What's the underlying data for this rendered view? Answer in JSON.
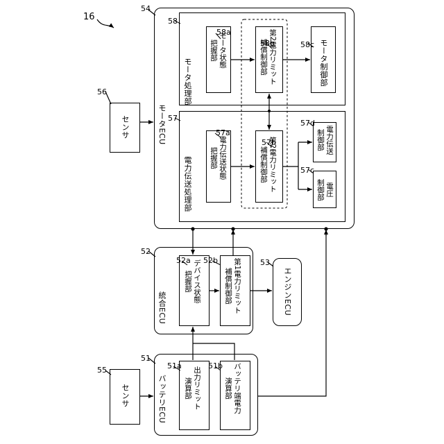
{
  "refs": {
    "system": "16",
    "motor_ecu": "54",
    "sensor_top": "56",
    "motor_proc": "58",
    "m_state": "58a",
    "m_comp": "58b",
    "m_ctrl": "58c",
    "power_proc": "57",
    "p_state": "57a",
    "p_comp": "57b",
    "p_trans": "57d",
    "p_volt": "57c",
    "integrated_ecu": "52",
    "device_state": "52a",
    "first_comp": "52b",
    "engine_ecu": "53",
    "sensor_bottom": "55",
    "battery_ecu": "51",
    "out_limit": "51a",
    "batt_power": "51b"
  },
  "labels": {
    "sensor_top": "センサ",
    "motor_ecu": "モータECU",
    "motor_proc": "モータ処理部",
    "m_state": "モータ状態\n把握部",
    "m_comp": "第2電力リミット\n補償制御部",
    "m_ctrl": "モータ制御部",
    "power_proc": "電力伝送処理部",
    "p_state": "電力伝送状態\n把握部",
    "p_comp": "第2電力リミット\n補償制御部",
    "p_trans": "電力伝送\n制御部",
    "p_volt": "電圧\n制御部",
    "integrated_ecu": "統合ECU",
    "device_state": "デバイス状態\n把握部",
    "first_comp": "第1電力リミット\n補償制御部",
    "engine_ecu": "エンジンECU",
    "sensor_bottom": "センサ",
    "battery_ecu": "バッテリECU",
    "out_limit": "出力リミット\n演算部",
    "batt_power": "バッテリ端電力\n演算部"
  }
}
